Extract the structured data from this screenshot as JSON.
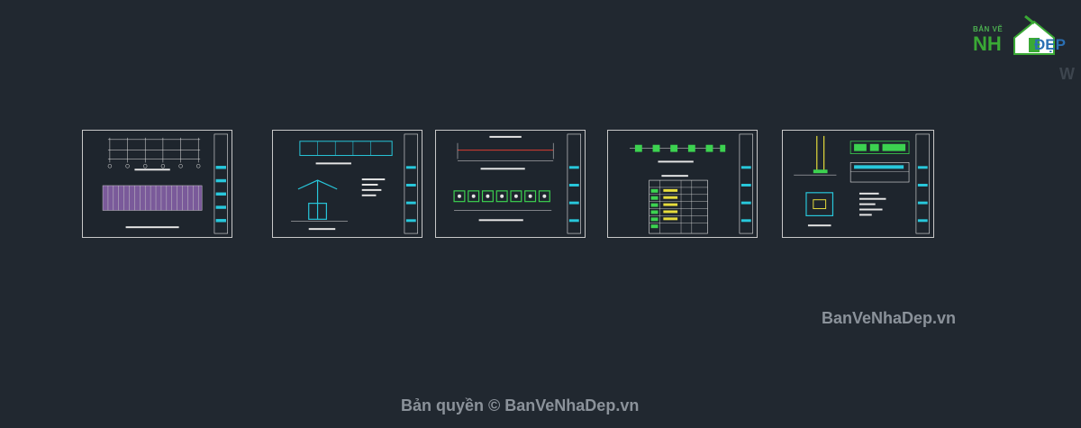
{
  "logo": {
    "small_text": "BẢN VẼ",
    "main_text": "NH",
    "accent_text": "ĐẸP"
  },
  "edge_letter": "W",
  "watermark": "BanVeNhaDep.vn",
  "copyright": "Bản quyền © BanVeNhaDep.vn",
  "colors": {
    "background": "#212830",
    "sheet_border": "#c8c8c8",
    "cyan": "#28c8dc",
    "green": "#3cd250",
    "yellow": "#e6dc3c",
    "red": "#dc3c32",
    "white": "#e6e6e6"
  },
  "sheets": [
    {
      "name": "sheet-1",
      "type": "plan-elevation"
    },
    {
      "name": "sheet-2",
      "type": "section-detail"
    },
    {
      "name": "sheet-3",
      "type": "foundation-plan"
    },
    {
      "name": "sheet-4",
      "type": "column-schedule"
    },
    {
      "name": "sheet-5",
      "type": "footing-detail"
    }
  ]
}
